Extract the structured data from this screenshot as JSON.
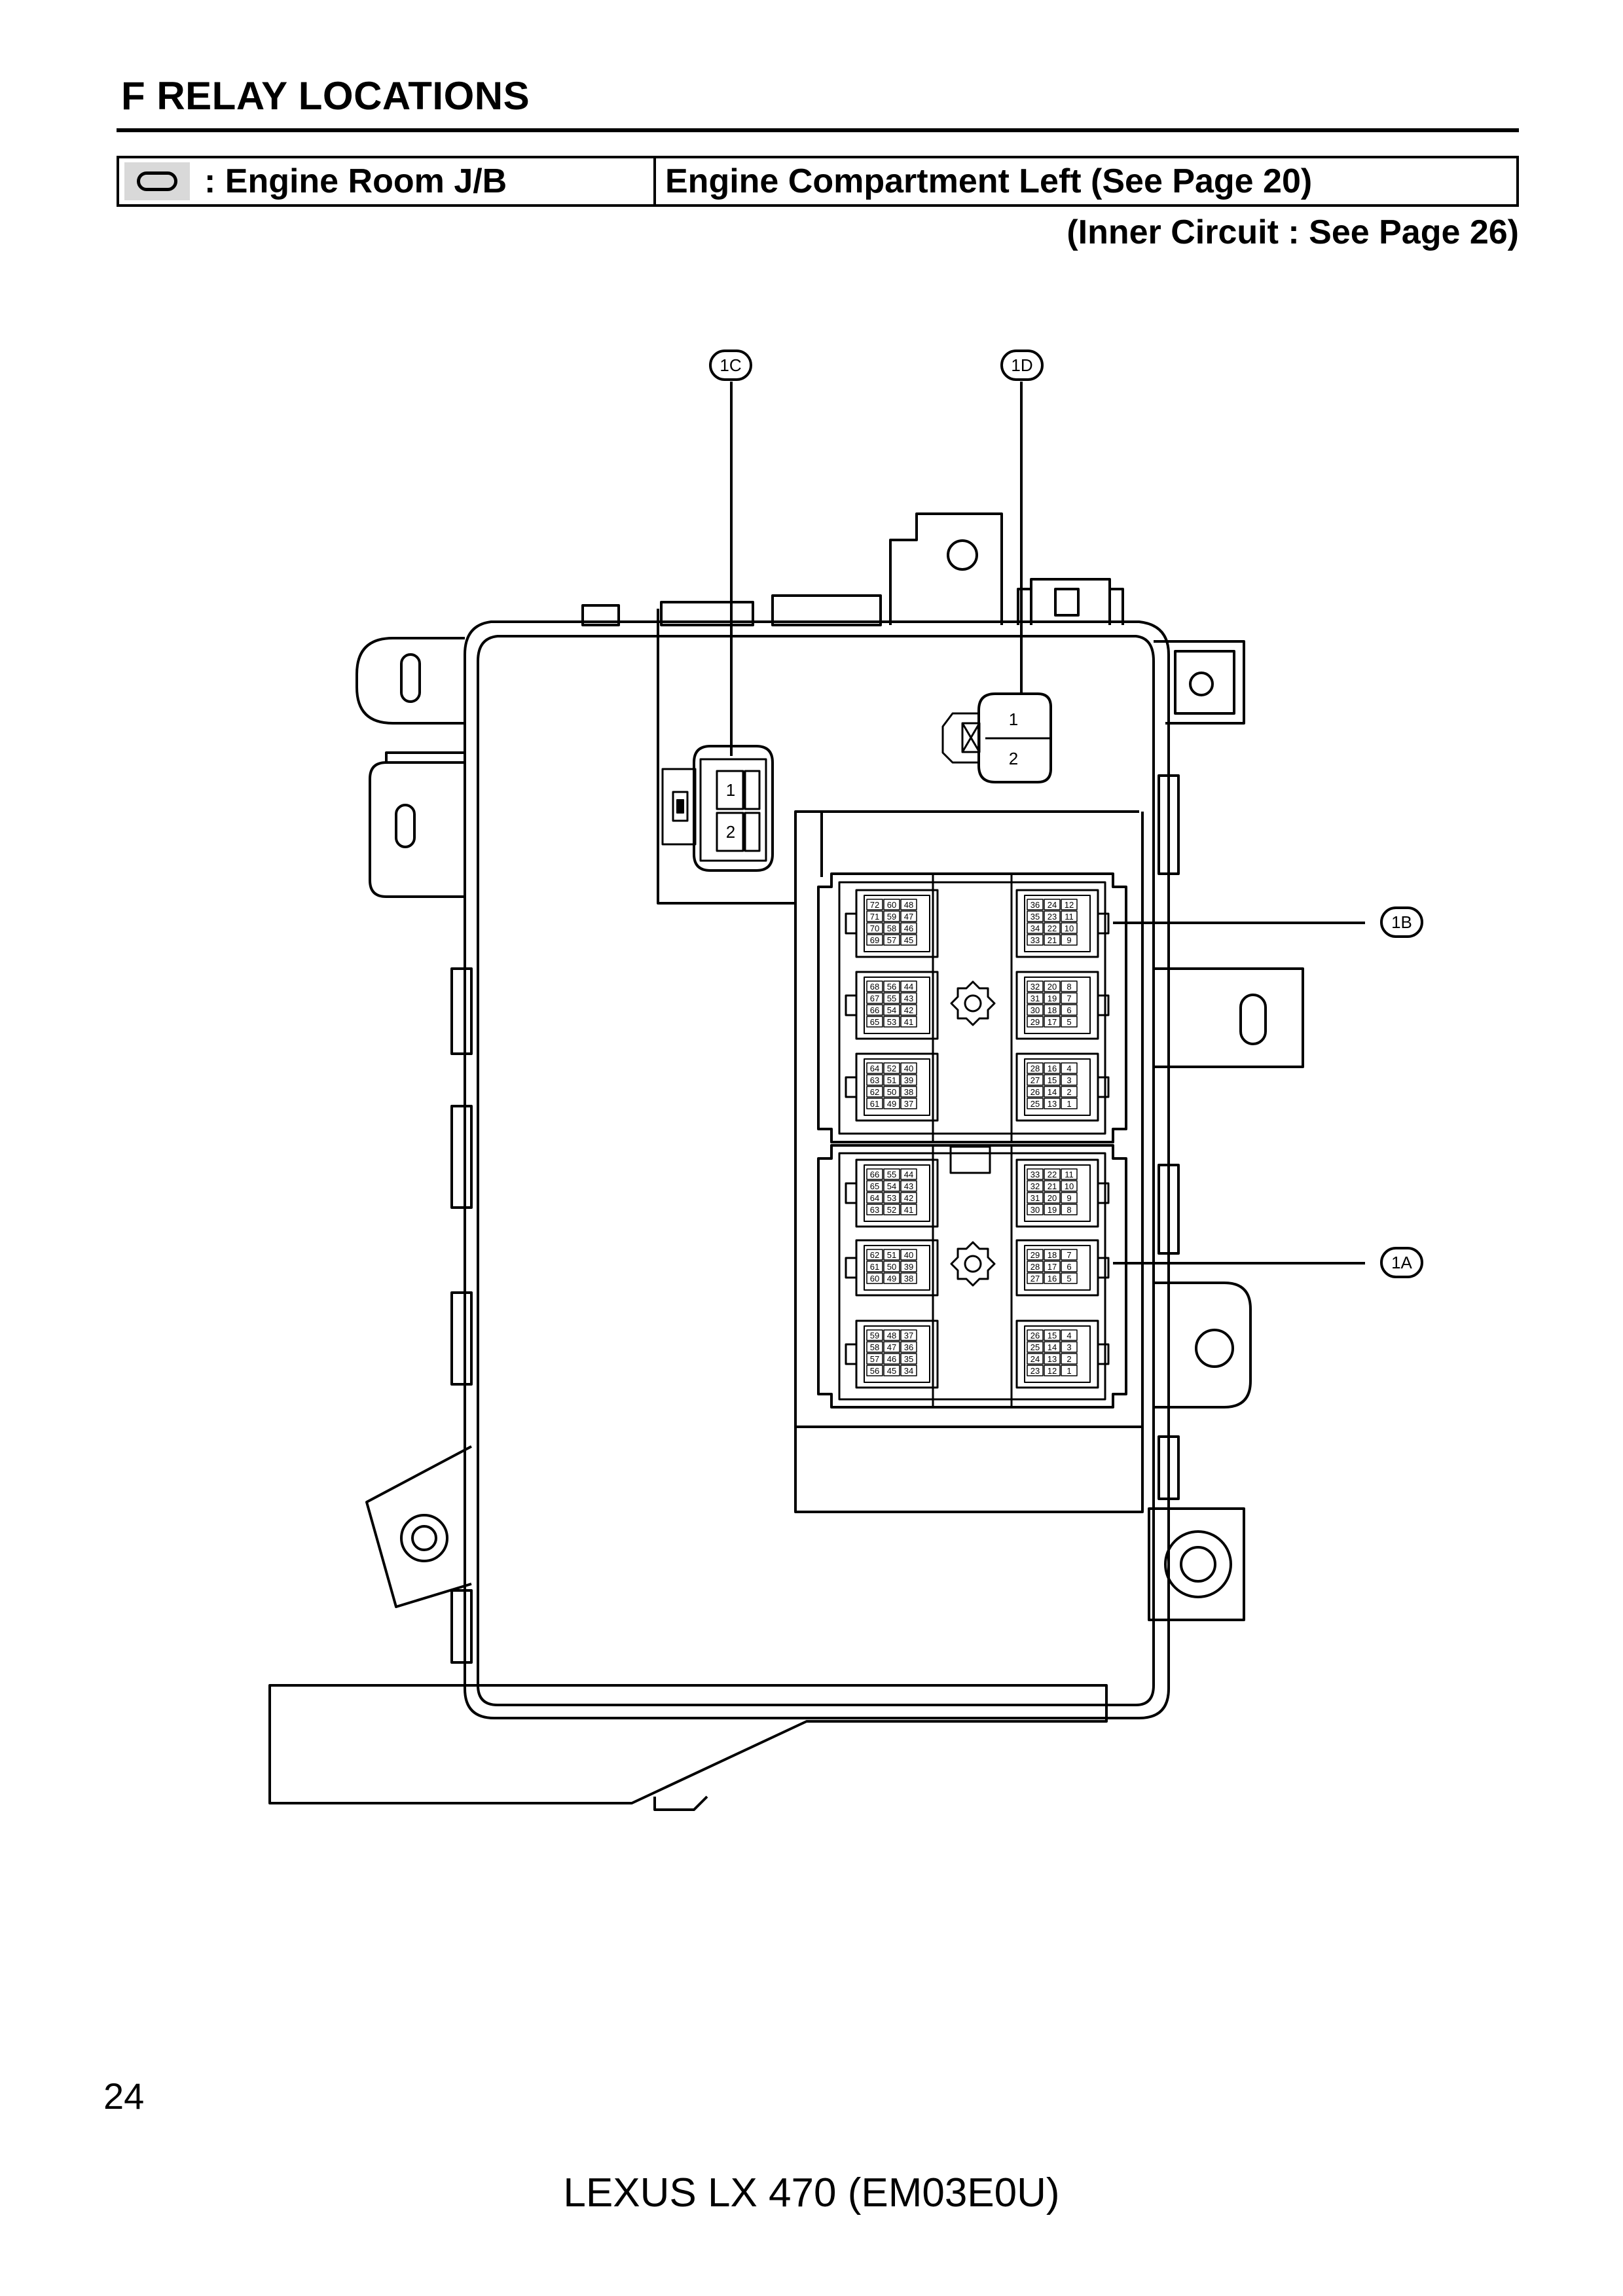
{
  "header": {
    "section_title": "F  RELAY LOCATIONS",
    "legend_label": ": Engine Room J/B",
    "location": "Engine Compartment Left (See Page 20)",
    "inner_circuit": "(Inner Circuit : See Page 26)"
  },
  "callouts": [
    {
      "id": "1C",
      "label": "1C"
    },
    {
      "id": "1D",
      "label": "1D"
    },
    {
      "id": "1B",
      "label": "1B"
    },
    {
      "id": "1A",
      "label": "1A"
    }
  ],
  "small_connectors": {
    "c1C": [
      "1",
      "2"
    ],
    "c1D": [
      "1",
      "2"
    ]
  },
  "connector_1B": [
    {
      "left": [
        "72 60 48",
        "71 59 47",
        "70 58 46",
        "69 57 45"
      ],
      "right": [
        "36 24 12",
        "35 23 11",
        "34 22 10",
        "33 21 9"
      ]
    },
    {
      "left": [
        "68 56 44",
        "67 55 43",
        "66 54 42",
        "65 53 41"
      ],
      "right": [
        "32 20 8",
        "31 19 7",
        "30 18 6",
        "29 17 5"
      ]
    },
    {
      "left": [
        "64 52 40",
        "63 51 39",
        "62 50 38",
        "61 49 37"
      ],
      "right": [
        "28 16 4",
        "27 15 3",
        "26 14 2",
        "25 13 1"
      ]
    }
  ],
  "connector_1A": [
    {
      "left": [
        "66 55 44",
        "65 54 43",
        "64 53 42",
        "63 52 41"
      ],
      "right": [
        "33 22 11",
        "32 21 10",
        "31 20 9",
        "30 19 8"
      ]
    },
    {
      "left": [
        "62 51 40",
        "61 50 39",
        "60 49 38"
      ],
      "right": [
        "29 18 7",
        "28 17 6",
        "27 16 5"
      ]
    },
    {
      "left": [
        "59 48 37",
        "58 47 36",
        "57 46 35",
        "56 45 34"
      ],
      "right": [
        "26 15 4",
        "25 14 3",
        "24 13 2",
        "23 12 1"
      ]
    }
  ],
  "footer": {
    "page_number": "24",
    "model": "LEXUS LX 470 (EM03E0U)"
  }
}
